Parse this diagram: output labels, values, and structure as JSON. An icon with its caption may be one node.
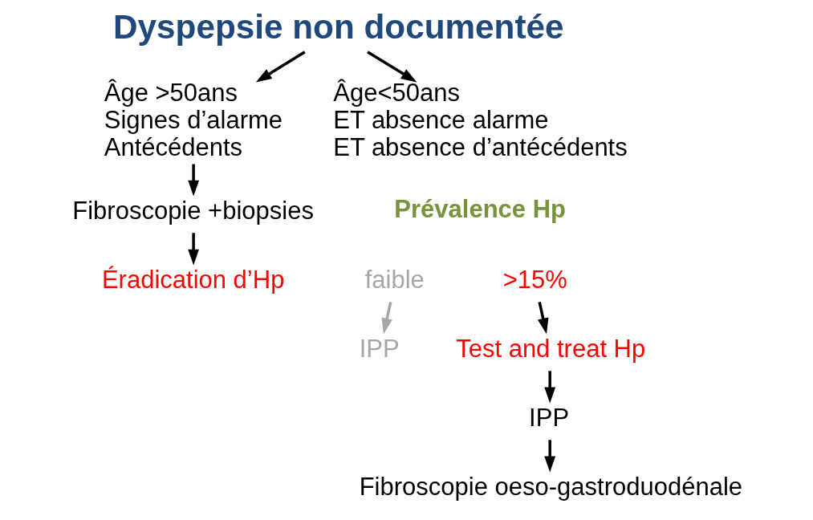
{
  "diagram": {
    "nodes": [
      {
        "text": [
          "Dyspepsie non documentée"
        ]
      },
      {
        "text": [
          "Âge >50ans",
          "Signes d’alarme",
          "Antécédents"
        ]
      },
      {
        "text": [
          "Âge<50ans",
          "ET absence alarme",
          "ET absence d’antécédents"
        ]
      },
      {
        "text": [
          "Fibroscopie +biopsies"
        ]
      },
      {
        "text": [
          "Éradication d’Hp"
        ]
      },
      {
        "text": [
          "faible"
        ]
      },
      {
        "text": [
          "IPP"
        ]
      },
      {
        "text": [
          ">15%"
        ]
      },
      {
        "text": [
          "Test and treat Hp"
        ]
      },
      {
        "text": [
          "IPP"
        ]
      },
      {
        "text": [
          "Fibroscopie oeso-gastroduodénale"
        ]
      }
    ],
    "edges": [
      {
        "from": 0,
        "to": 1,
        "arrow": "to"
      },
      {
        "from": 0,
        "to": 2,
        "arrow": "to"
      },
      {
        "from": 1,
        "to": 3,
        "arrow": "to"
      },
      {
        "from": 3,
        "to": 4,
        "arrow": "to"
      },
      {
        "from": 5,
        "to": 6,
        "arrow": "to",
        "color": "#a6a6a6"
      },
      {
        "from": 7,
        "to": 8,
        "arrow": "to"
      },
      {
        "from": 8,
        "to": 9,
        "arrow": "to"
      },
      {
        "from": 9,
        "to": 10,
        "arrow": "to"
      }
    ],
    "labels": [
      "Prévalence Hp"
    ]
  }
}
